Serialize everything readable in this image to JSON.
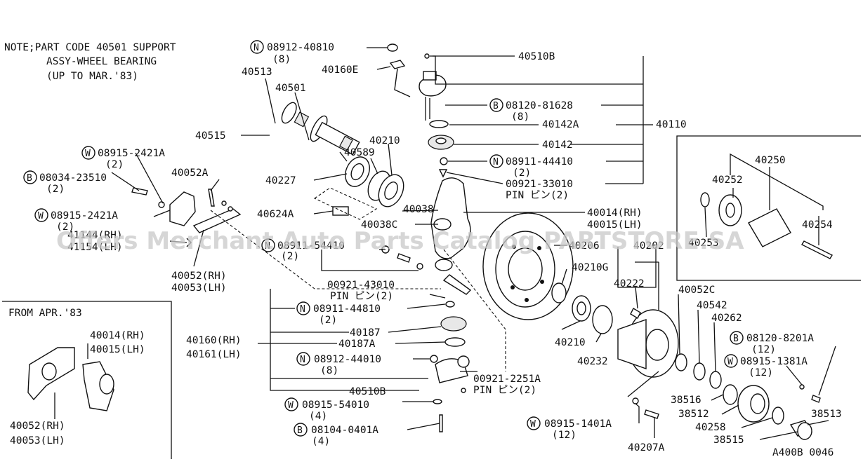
{
  "note": {
    "line1": "NOTE;PART CODE 40501 SUPPORT",
    "line2": "ASSY-WHEEL BEARING",
    "line3": "(UP TO MAR.'83)"
  },
  "inset_left": {
    "title": "FROM APR.'83"
  },
  "watermark": "Offers Merchant Auto Parts Catalog PARTSTORE.SA",
  "diagram_code": "A400B 0046",
  "parts": {
    "p08912_40810": "08912-40810",
    "q8a": "(8)",
    "p40510B_top": "40510B",
    "p40160E": "40160E",
    "p40513": "40513",
    "p40501": "40501",
    "p08120_81628": "08120-81628",
    "q8b": "(8)",
    "p40142A": "40142A",
    "p40110": "40110",
    "p40515": "40515",
    "p40210_top": "40210",
    "p40589": "40589",
    "p40142": "40142",
    "p08911_44410": "08911-44410",
    "q2a": "(2)",
    "p08915_2421A_1": "08915-2421A",
    "q2b": "(2)",
    "p40052A": "40052A",
    "p40227": "40227",
    "p00921_33010": "00921-33010",
    "pin1": "PIN ピン(2)",
    "p08034_23510": "08034-23510",
    "q2c": "(2)",
    "p40624A": "40624A",
    "p40038": "40038",
    "p40038C": "40038C",
    "p08915_2421A_2": "08915-2421A",
    "q2d": "(2)",
    "p40014RH": "40014(RH)",
    "p40015LH": "40015(LH)",
    "p41144RH": "41144(RH)",
    "p41154LH": "41154(LH)",
    "p08911_54410": "08911-54410",
    "q2e": "(2)",
    "p40206": "40206",
    "p40202": "40202",
    "p40052RH": "40052(RH)",
    "p40053LH": "40053(LH)",
    "p40210G": "40210G",
    "p40222": "40222",
    "p00921_43010": "00921-43010",
    "pin2": "PIN ピン(2)",
    "p08911_44810": "08911-44810",
    "q2f": "(2)",
    "p40052C": "40052C",
    "p40542": "40542",
    "p40262": "40262",
    "p40187": "40187",
    "p40187A": "40187A",
    "p40160RH": "40160(RH)",
    "p40161LH": "40161(LH)",
    "p40210_bottom": "40210",
    "p40232": "40232",
    "p08120_8201A": "08120-8201A",
    "q12a": "(12)",
    "p08915_1381A": "08915-1381A",
    "q12b": "(12)",
    "p08912_44010": "08912-44010",
    "q8c": "(8)",
    "p00921_2251A": "00921-2251A",
    "pin3": "PIN ピン(2)",
    "p40510B_bottom": "40510B",
    "p08915_54010": "08915-54010",
    "q4a": "(4)",
    "p08104_0401A": "08104-0401A",
    "q4b": "(4)",
    "p38516": "38516",
    "p38512": "38512",
    "p38513": "38513",
    "p08915_1401A": "08915-1401A",
    "q12c": "(12)",
    "p40258": "40258",
    "p38515": "38515",
    "p40207A": "40207A",
    "inset_40014RH": "40014(RH)",
    "inset_40015LH": "40015(LH)",
    "inset_40052RH": "40052(RH)",
    "inset_40053LH": "40053(LH)",
    "p40250": "40250",
    "p40252": "40252",
    "p40254": "40254",
    "p40253": "40253"
  },
  "circle_marks": {
    "N": "N",
    "B": "B",
    "W": "W"
  }
}
